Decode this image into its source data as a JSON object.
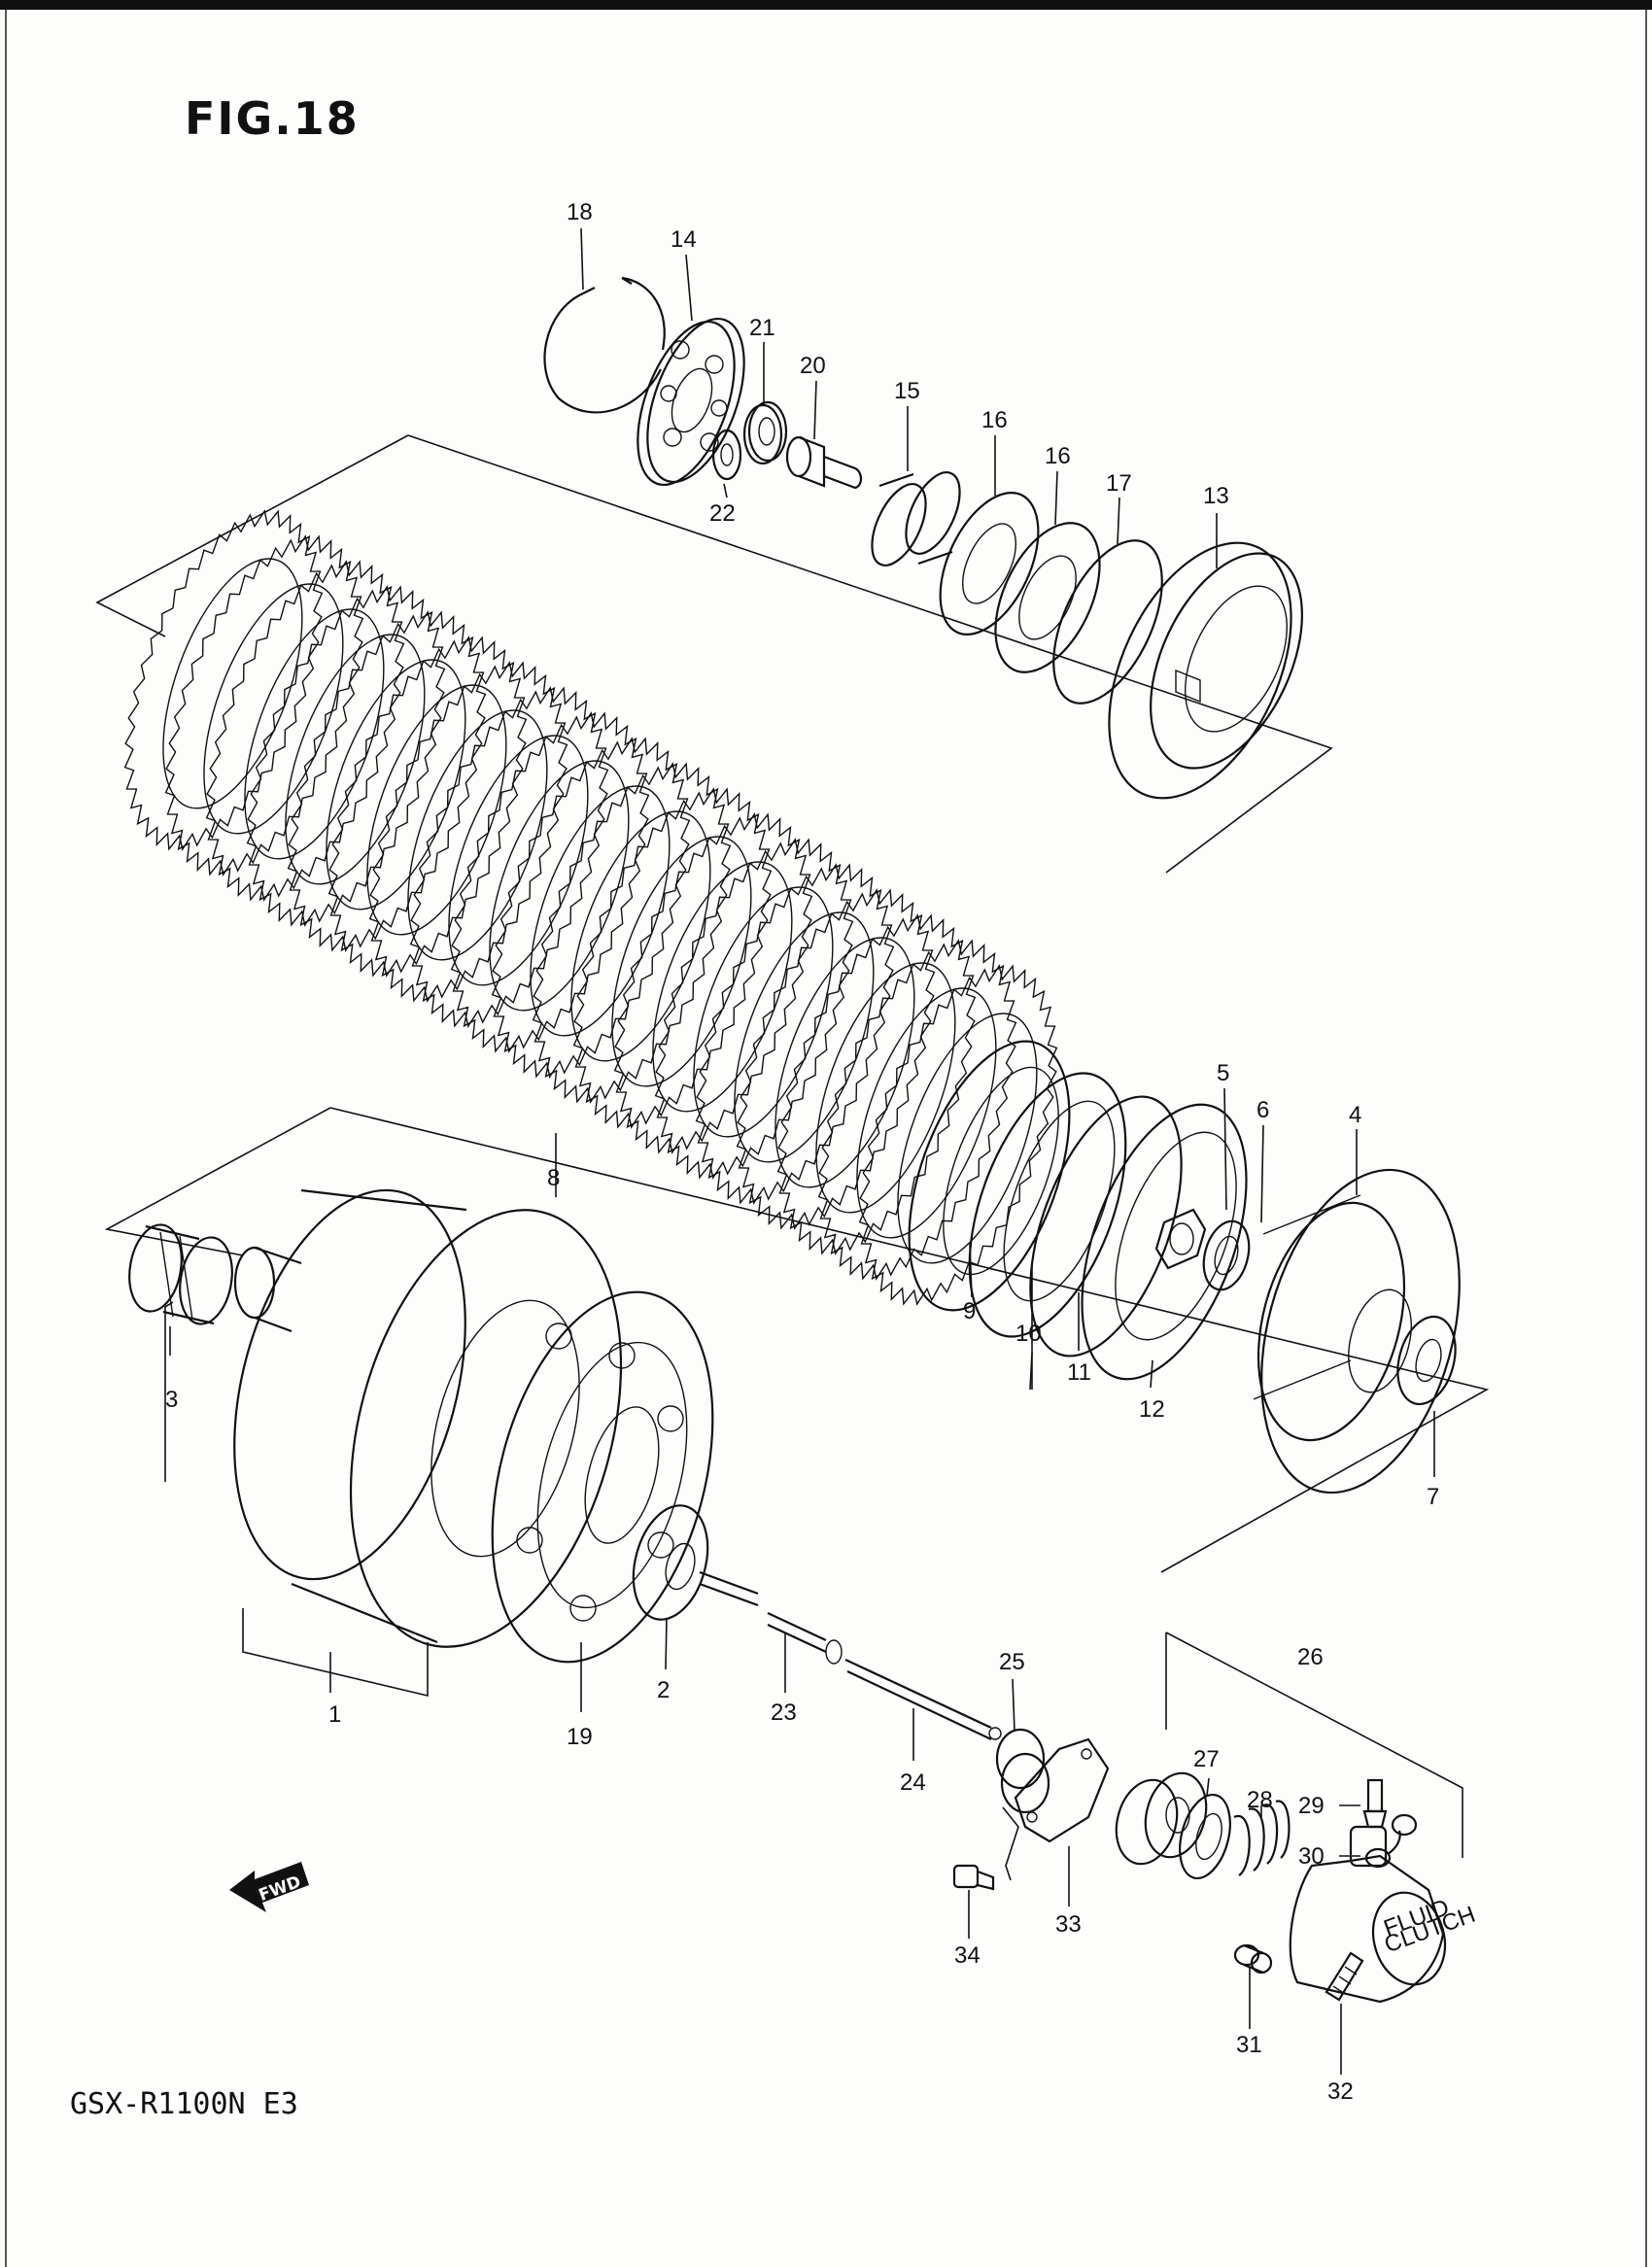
{
  "title": "FIG.18",
  "model": "GSX-R1100N E3",
  "fwd_label": "FWD",
  "fwd_icon": "arrow-left-icon",
  "callouts": [
    {
      "id": "p1",
      "text": "1"
    },
    {
      "id": "p2",
      "text": "2"
    },
    {
      "id": "p3",
      "text": "3"
    },
    {
      "id": "p4",
      "text": "4"
    },
    {
      "id": "p5",
      "text": "5"
    },
    {
      "id": "p6",
      "text": "6"
    },
    {
      "id": "p7",
      "text": "7"
    },
    {
      "id": "p8",
      "text": "8"
    },
    {
      "id": "p9",
      "text": "9"
    },
    {
      "id": "p10",
      "text": "10"
    },
    {
      "id": "p11",
      "text": "11"
    },
    {
      "id": "p12",
      "text": "12"
    },
    {
      "id": "p13",
      "text": "13"
    },
    {
      "id": "p14",
      "text": "14"
    },
    {
      "id": "p15",
      "text": "15"
    },
    {
      "id": "p16a",
      "text": "16"
    },
    {
      "id": "p16b",
      "text": "16"
    },
    {
      "id": "p17",
      "text": "17"
    },
    {
      "id": "p18",
      "text": "18"
    },
    {
      "id": "p19",
      "text": "19"
    },
    {
      "id": "p20",
      "text": "20"
    },
    {
      "id": "p21",
      "text": "21"
    },
    {
      "id": "p22",
      "text": "22"
    },
    {
      "id": "p23",
      "text": "23"
    },
    {
      "id": "p24",
      "text": "24"
    },
    {
      "id": "p25",
      "text": "25"
    },
    {
      "id": "p26",
      "text": "26"
    },
    {
      "id": "p27",
      "text": "27"
    },
    {
      "id": "p28",
      "text": "28"
    },
    {
      "id": "p29",
      "text": "29"
    },
    {
      "id": "p30",
      "text": "30"
    },
    {
      "id": "p31",
      "text": "31"
    },
    {
      "id": "p32",
      "text": "32"
    },
    {
      "id": "p33",
      "text": "33"
    },
    {
      "id": "p34",
      "text": "34"
    }
  ],
  "slave_cylinder_label": [
    "FLUID",
    "CLUTCH"
  ]
}
